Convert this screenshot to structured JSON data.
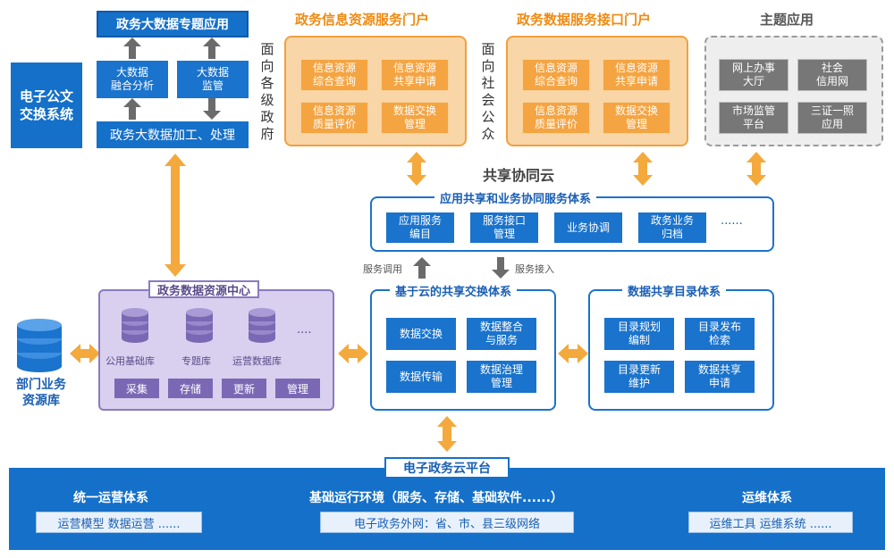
{
  "left_system": {
    "title": "政务大数据专题应用",
    "analysis": "大数据\n融合分析",
    "monitor": "大数据\n监管",
    "processing": "政务大数据加工、处理",
    "exchange": "电子公文\n交换系统"
  },
  "portal_info": {
    "title": "政务信息资源服务门户",
    "side_label": "面向各级政府",
    "cells": [
      "信息资源\n综合查询",
      "信息资源\n共享申请",
      "信息资源\n质量评价",
      "数据交换\n管理"
    ]
  },
  "portal_data": {
    "title": "政务数据服务接口门户",
    "side_label": "面向社会公众",
    "cells": [
      "信息资源\n综合查询",
      "信息资源\n共享申请",
      "信息资源\n质量评价",
      "数据交换\n管理"
    ]
  },
  "theme_apps": {
    "title": "主题应用",
    "cells": [
      "网上办事\n大厅",
      "社会\n信用网",
      "市场监管\n平台",
      "三证一照\n应用"
    ]
  },
  "cloud": {
    "title": "共享协同云",
    "app_share": {
      "title": "应用共享和业务协同服务体系",
      "cells": [
        "应用服务\n编目",
        "服务接口\n管理",
        "业务协调",
        "政务业务\n归档"
      ],
      "more": "······"
    },
    "service_call": "服务调用",
    "service_access": "服务接入",
    "exchange_sys": {
      "title": "基于云的共享交换体系",
      "cells": [
        "数据交换",
        "数据整合\n与服务",
        "数据传输",
        "数据治理\n管理"
      ]
    },
    "catalog_sys": {
      "title": "数据共享目录体系",
      "cells": [
        "目录规划\n编制",
        "目录发布\n检索",
        "目录更新\n维护",
        "数据共享\n申请"
      ]
    }
  },
  "data_center": {
    "title": "政务数据资源中心",
    "dbs": [
      "公用基础库",
      "专题库",
      "运营数据库"
    ],
    "more": "····",
    "ops": [
      "采集",
      "存储",
      "更新",
      "管理"
    ]
  },
  "dept_db": {
    "label": "部门业务\n资源库"
  },
  "platform": {
    "title": "电子政务云平台",
    "sections": [
      {
        "title": "统一运营体系",
        "content": "运营模型 数据运营 ......"
      },
      {
        "title": "基础运行环境（服务、存储、基础软件......）",
        "content": "电子政务外网：省、市、县三级网络"
      },
      {
        "title": "运维体系",
        "content": "运维工具 运维系统 ......"
      }
    ]
  },
  "colors": {
    "blue": "#1a73cc",
    "orange": "#f5a442",
    "purple": "#7b68b5",
    "grey": "#777777",
    "arrow_orange": "#f4a93c"
  }
}
